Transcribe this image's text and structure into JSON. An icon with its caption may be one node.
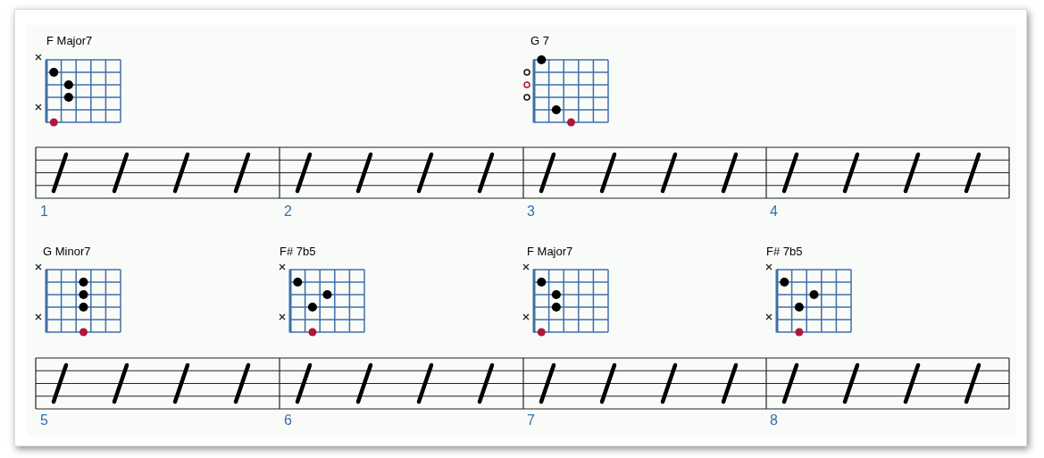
{
  "diagram": {
    "labels": [
      "F Major7",
      "G 7",
      "1",
      "2",
      "3",
      "4",
      "G Minor7",
      "F# 7b5",
      "F Major7",
      "F# 7b5",
      "5",
      "6",
      "7",
      "8"
    ]
  }
}
